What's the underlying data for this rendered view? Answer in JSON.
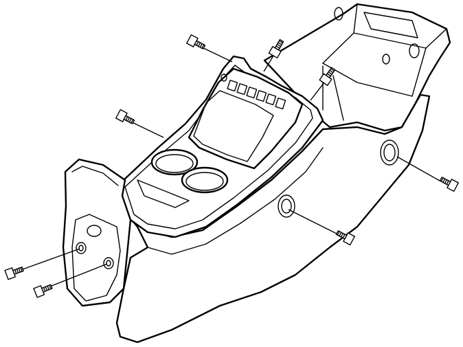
{
  "figure": {
    "subject": "center-console-assembly",
    "colors": {
      "line": "#000000",
      "background": "#ffffff"
    },
    "parts": {
      "console_body": "console-body",
      "rear_storage_bin": "storage-bin",
      "control_panel": "control-panel",
      "switch_bank": "switch-bank",
      "cupholders": 2,
      "front_bracket": "mounting-bracket"
    },
    "fasteners_count": 8
  }
}
